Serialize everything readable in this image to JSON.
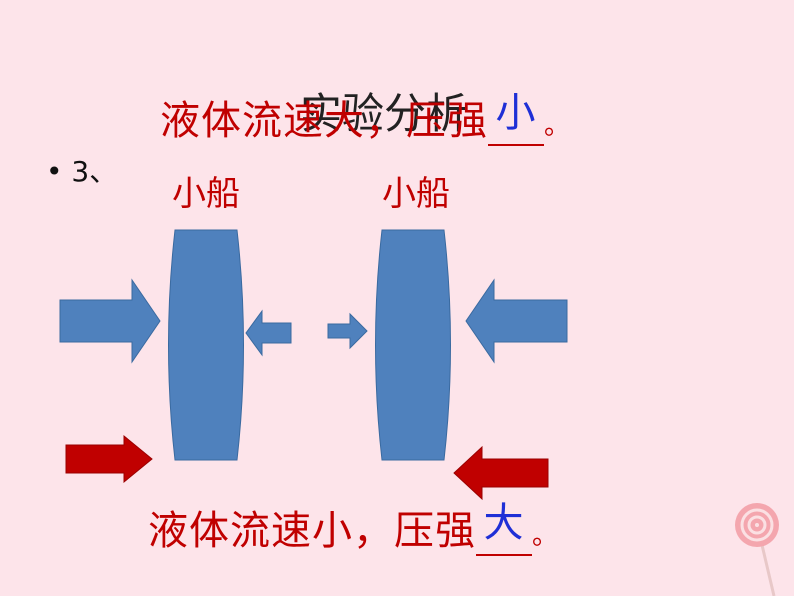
{
  "title": "实验分析",
  "bullet": "• 3、",
  "boats": {
    "left_label": "小船",
    "right_label": "小船"
  },
  "statement_top": {
    "prefix": "液体流速大，压强",
    "answer": "小",
    "suffix": "。"
  },
  "statement_bottom": {
    "prefix": "液体流速小，压强",
    "answer": "大",
    "suffix": "。"
  },
  "colors": {
    "background": "#fde4ea",
    "boat": "#4f81bd",
    "blue_arrow": "#4f81bd",
    "red_arrow": "#c00000",
    "statement_text": "#c00000",
    "answer_text": "#1f2fd6"
  },
  "icons": {
    "decoration": "lollipop-icon"
  }
}
